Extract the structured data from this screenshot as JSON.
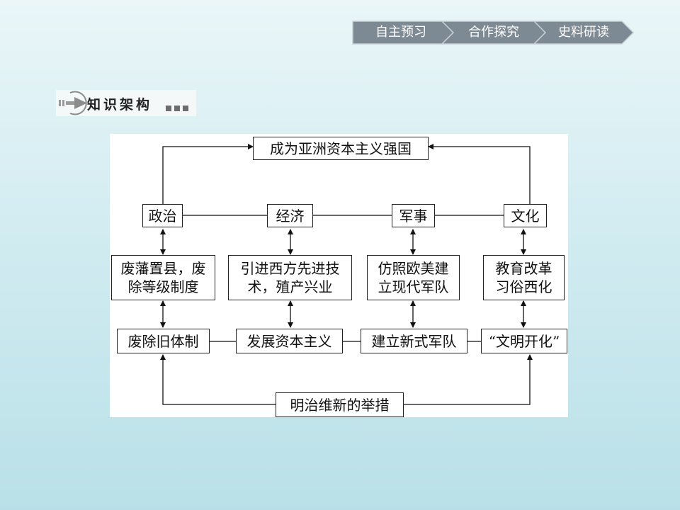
{
  "nav": {
    "tabs": [
      "自主预习",
      "合作探究",
      "史料研读"
    ]
  },
  "section": {
    "title": "知识架构"
  },
  "diagram": {
    "top": "成为亚洲资本主义强国",
    "categories": [
      "政治",
      "经济",
      "军事",
      "文化"
    ],
    "details": [
      "废藩置县，废除等级制度",
      "引进西方先进技术，殖产兴业",
      "仿照欧美建立现代军队",
      "教育改革习俗西化"
    ],
    "measures": [
      "废除旧体制",
      "发展资本主义",
      "建立新式军队",
      "“文明开化”"
    ],
    "bottom": "明治维新的举措"
  },
  "colors": {
    "nav_bg": "#7e8a93",
    "nav_border": "#b9c2c8"
  }
}
